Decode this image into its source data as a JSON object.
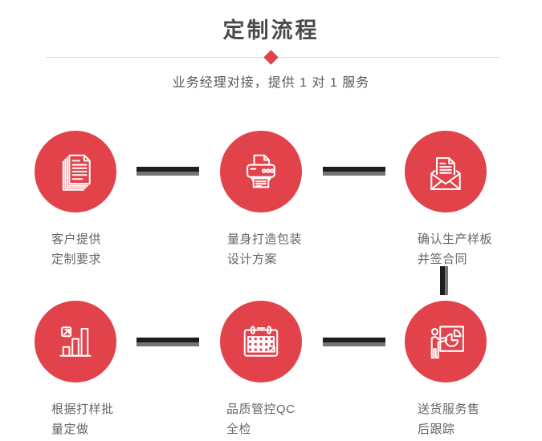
{
  "header": {
    "title": "定制流程",
    "subtitle": "业务经理对接，提供 1 对 1 服务"
  },
  "colors": {
    "accent_red": "#e2434b",
    "title_text": "#4a4a4a",
    "subtitle_text": "#595959",
    "label_text": "#666666",
    "divider_line": "#d9d9d9",
    "connector_dark": "#1d1d1d",
    "connector_shadow": "#747474",
    "icon_stroke": "#ffffff",
    "background": "#ffffff"
  },
  "steps": [
    {
      "id": 1,
      "icon": "documents-icon",
      "label": [
        "客户提供",
        "定制要求"
      ]
    },
    {
      "id": 2,
      "icon": "printer-icon",
      "label": [
        "量身打造包装",
        "设计方案"
      ]
    },
    {
      "id": 3,
      "icon": "envelope-icon",
      "label": [
        "确认生产样板",
        "并签合同"
      ]
    },
    {
      "id": 4,
      "icon": "bar-chart-icon",
      "label": [
        "根据打样批",
        "量定做"
      ]
    },
    {
      "id": 5,
      "icon": "calendar-icon",
      "label": [
        "品质管控QC",
        "全检"
      ]
    },
    {
      "id": 6,
      "icon": "presentation-icon",
      "label": [
        "送货服务售",
        "后跟踪"
      ]
    }
  ]
}
